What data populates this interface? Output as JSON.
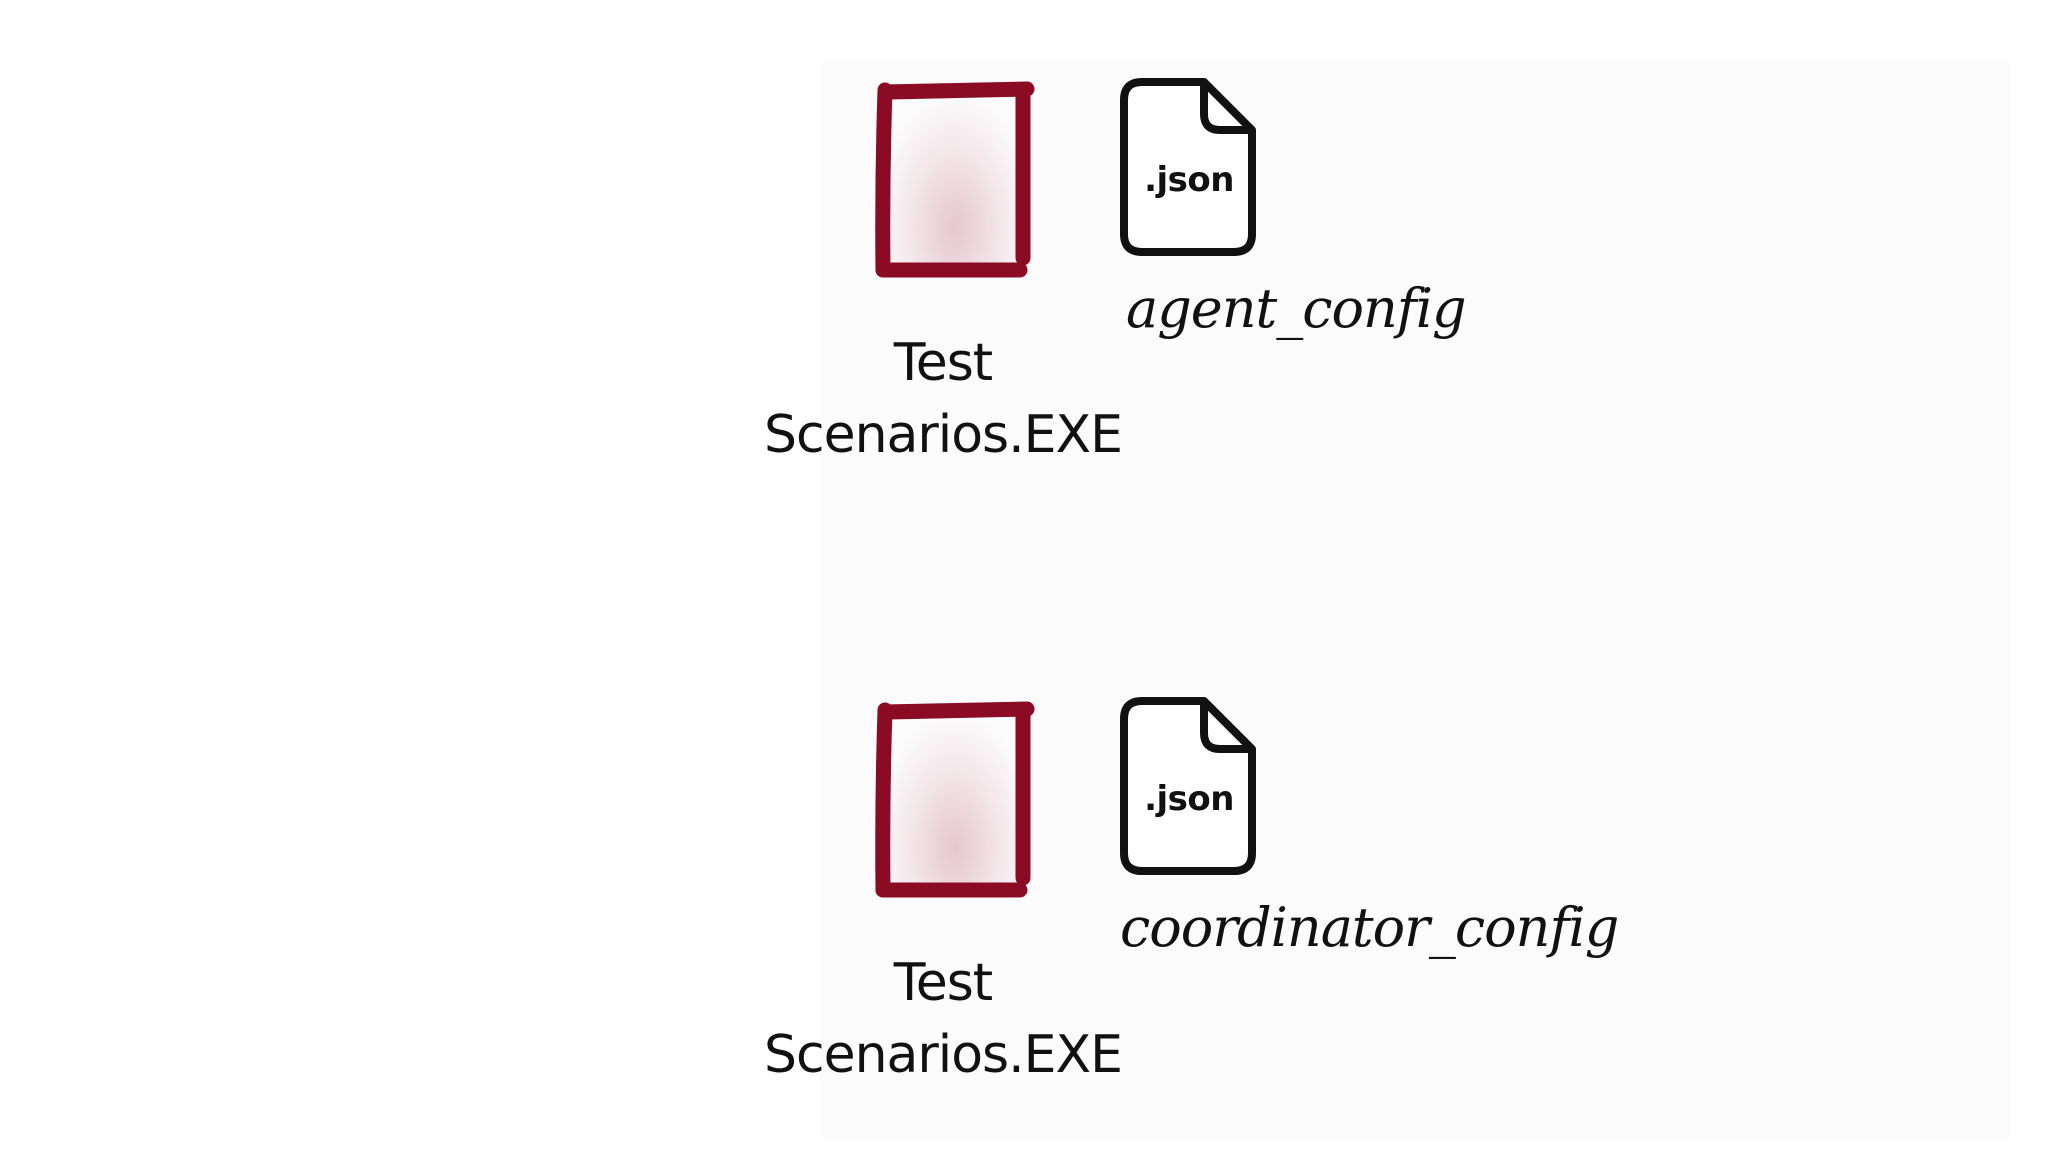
{
  "groups": [
    {
      "exe": {
        "icon": "red-square-program-icon",
        "line1": "Test",
        "line2": "Scenarios.EXE"
      },
      "json": {
        "icon": "json-file-icon",
        "ext": ".json",
        "label": "agent_config"
      }
    },
    {
      "exe": {
        "icon": "red-square-program-icon",
        "line1": "Test",
        "line2": "Scenarios.EXE"
      },
      "json": {
        "icon": "json-file-icon",
        "ext": ".json",
        "label": "coordinator_config"
      }
    }
  ],
  "colors": {
    "exe_accent": "#8b0a24",
    "ink": "#111111",
    "background": "#ffffff"
  }
}
